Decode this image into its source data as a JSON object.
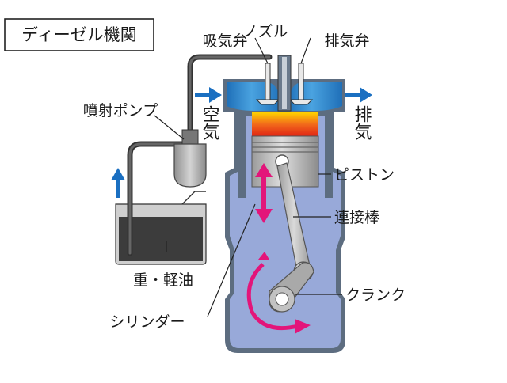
{
  "diagram": {
    "title": "ディーゼル機関",
    "labels": {
      "nozzle": "ノズル",
      "intake_valve": "吸気弁",
      "exhaust_valve": "排気弁",
      "injection_pump": "噴射ポンプ",
      "air": "空気",
      "exhaust": "排気",
      "piston": "ピストン",
      "connecting_rod": "連接棒",
      "crank": "クランク",
      "fuel": "重・軽油",
      "cylinder": "シリンダー"
    },
    "colors": {
      "flow_arrow": "#1a6fc1",
      "motion_arrow": "#e3157a",
      "cylinder_fill": "#98a9d9",
      "cylinder_wall": "#5d6d80",
      "head_block": "#2c87cf",
      "combustion": "#ef3b1d",
      "piston": "#bdbdbd",
      "fuel": "#3c3c3c",
      "line": "#2a2a2a"
    }
  }
}
